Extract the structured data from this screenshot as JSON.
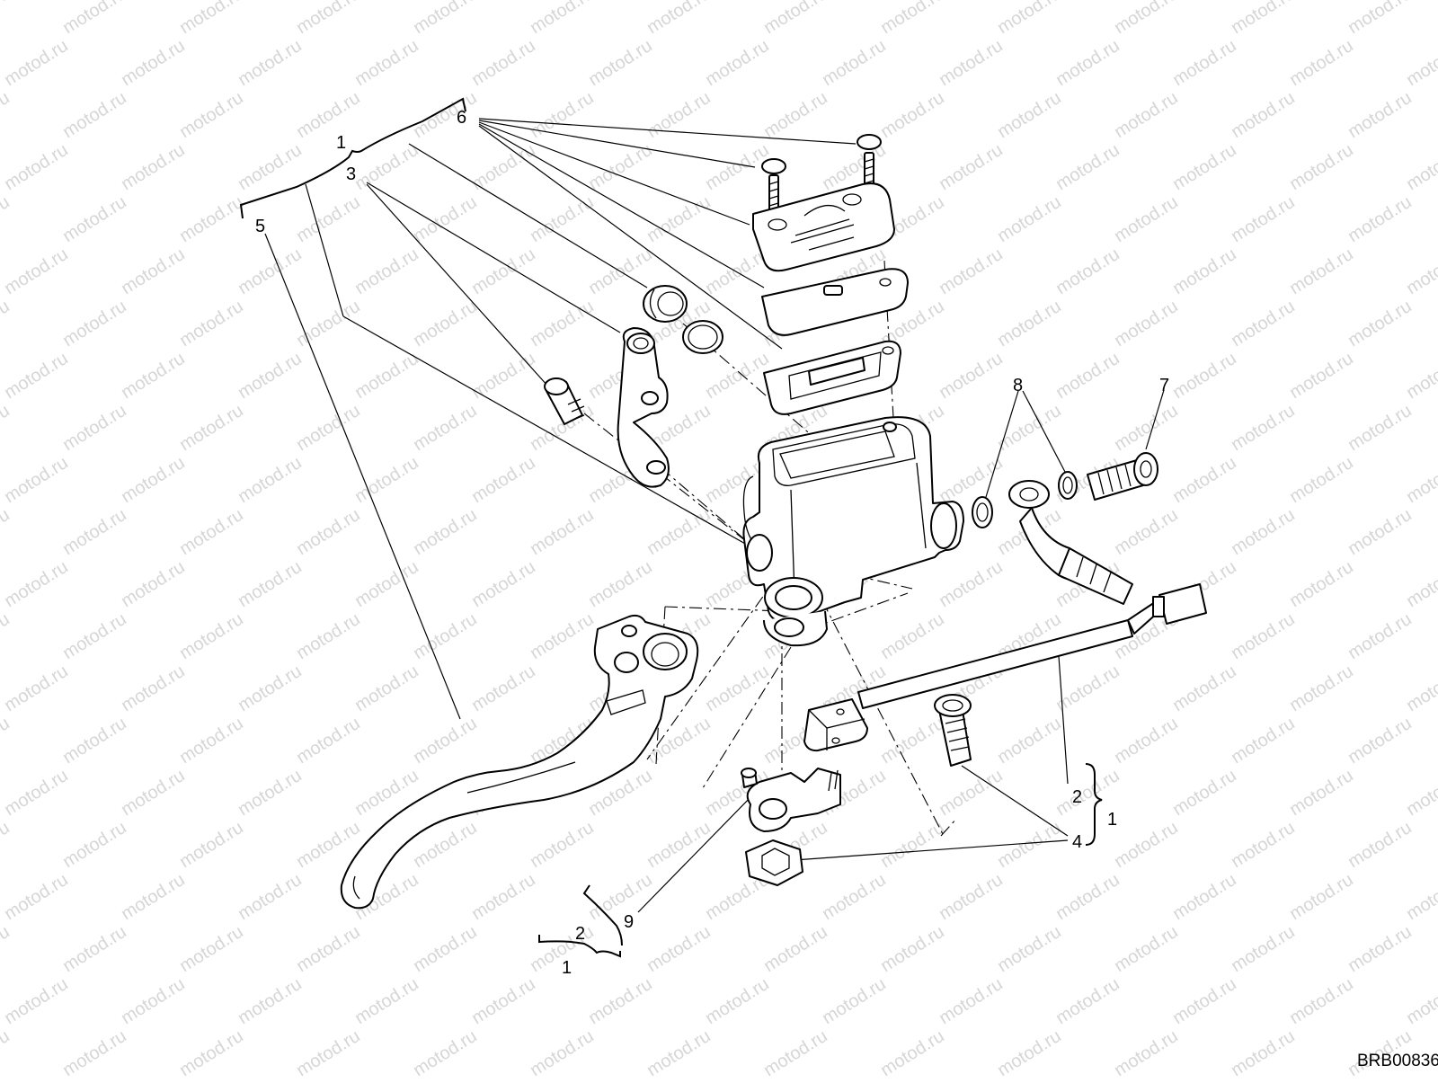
{
  "diagram": {
    "callouts": [
      "1",
      "2",
      "3",
      "4",
      "5",
      "6",
      "7",
      "8",
      "9"
    ],
    "brace_labels": [
      "1",
      "2",
      "1",
      "2",
      "1"
    ],
    "drawing_code": "BRB00836",
    "watermark": "motod.ru"
  }
}
